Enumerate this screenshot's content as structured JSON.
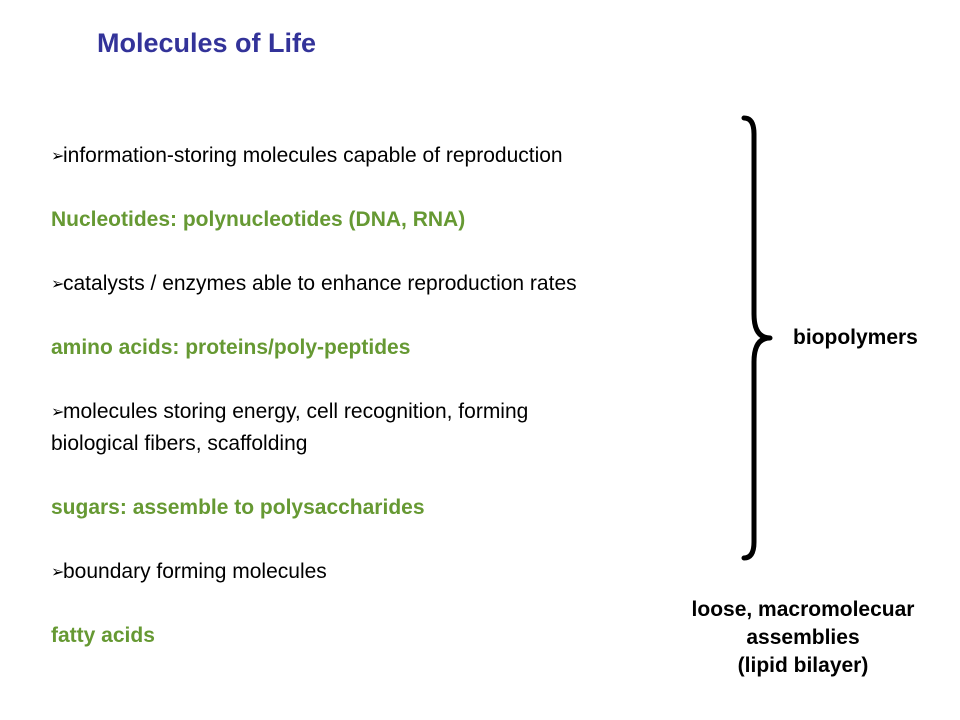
{
  "slide": {
    "title": "Molecules of Life",
    "bullet_glyph": "➢",
    "items": [
      {
        "bullet": "information-storing molecules capable of reproduction",
        "category": "Nucleotides: polynucleotides (DNA, RNA)"
      },
      {
        "bullet": "catalysts / enzymes able to enhance reproduction rates",
        "category": "amino acids: proteins/poly-peptides"
      },
      {
        "bullet_line1": "molecules storing energy, cell recognition, forming",
        "bullet_line2": "biological fibers, scaffolding",
        "category": "sugars: assemble to polysaccharides"
      },
      {
        "bullet": "boundary forming molecules",
        "category": "fatty acids"
      }
    ],
    "brace_label": "biopolymers",
    "assembly_label": {
      "line1": "loose, macromolecuar",
      "line2": "assemblies",
      "line3": "(lipid bilayer)"
    }
  }
}
